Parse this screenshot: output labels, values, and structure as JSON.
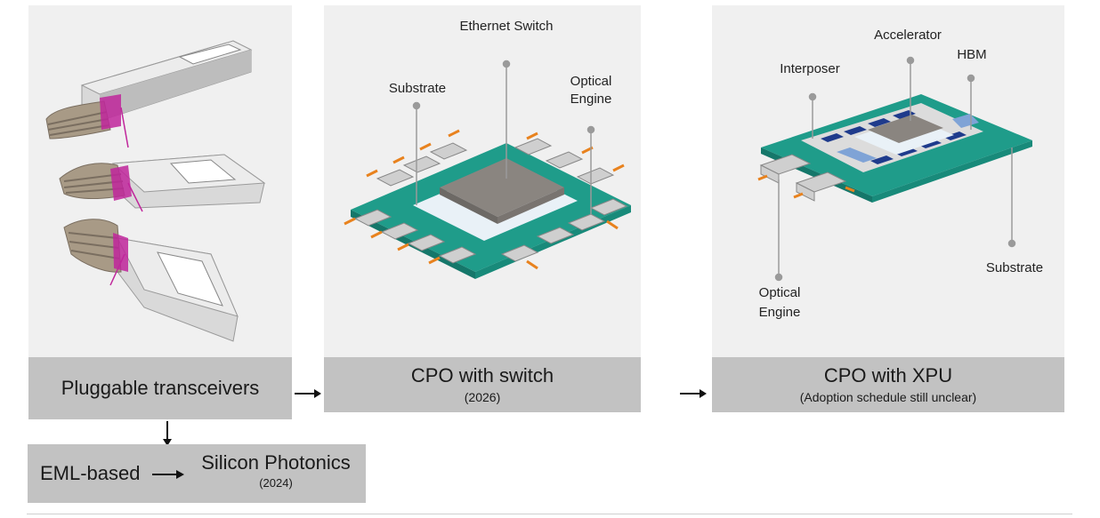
{
  "panels": {
    "pluggable": {
      "title": "Pluggable transceivers"
    },
    "switch": {
      "title": "CPO with switch",
      "subtitle": "(2026)",
      "labels": {
        "ethernet_switch": "Ethernet Switch",
        "substrate": "Substrate",
        "optical_engine_line1": "Optical",
        "optical_engine_line2": "Engine"
      }
    },
    "xpu": {
      "title": "CPO with XPU",
      "subtitle": "(Adoption schedule still unclear)",
      "labels": {
        "accelerator": "Accelerator",
        "interposer": "Interposer",
        "hbm": "HBM",
        "substrate": "Substrate",
        "optical_engine_line1": "Optical",
        "optical_engine_line2": "Engine"
      }
    }
  },
  "bottom_box": {
    "eml": "EML-based",
    "silicon_photonics": "Silicon Photonics",
    "silicon_photonics_year": "(2024)"
  },
  "colors": {
    "panel_bg": "#f0f0f0",
    "label_bg": "#c2c2c2",
    "substrate_green": "#1f9c8a",
    "chip_grey": "#8a8580",
    "fiber_orange": "#e8821e",
    "hbm_blue": "#1f3b8c",
    "magenta": "#c0269b"
  }
}
